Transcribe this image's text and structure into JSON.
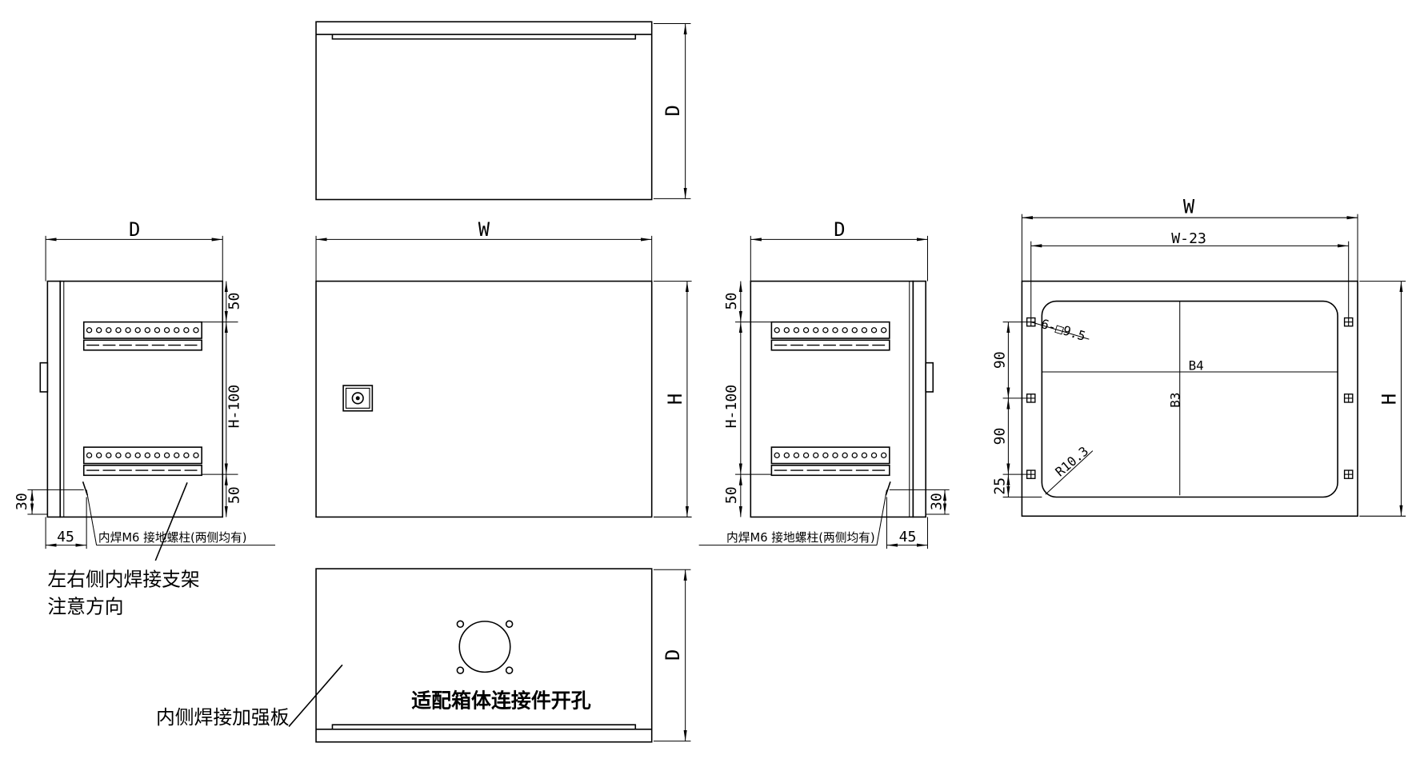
{
  "top_view": {
    "depth_label": "D"
  },
  "front_view": {
    "width_label": "W",
    "height_label": "H"
  },
  "bottom_view": {
    "depth_label": "D",
    "hole_note": "适配箱体连接件开孔",
    "plate_note": "内侧焊接加强板"
  },
  "left_side_view": {
    "depth_label": "D",
    "top_offset": "50",
    "bracket_span": "H-100",
    "bottom_offset": "50",
    "stud_height": "30",
    "stud_offset": "45",
    "stud_note": "内焊M6 接地螺柱(两侧均有)",
    "bracket_note": [
      "左右侧内焊接支架",
      "注意方向"
    ]
  },
  "right_side_view": {
    "depth_label": "D",
    "top_offset": "50",
    "bracket_span": "H-100",
    "bottom_offset": "50",
    "stud_height": "30",
    "stud_offset": "45",
    "stud_note": "内焊M6 接地螺柱(两侧均有)"
  },
  "back_view": {
    "width_label": "W",
    "inner_width_label": "W-23",
    "height_label": "H",
    "hole_callout": "6-□9.5",
    "cutout_width": "B4",
    "cutout_height": "B3",
    "corner_radius": "R10.3",
    "hole_spacing": [
      "90",
      "90"
    ],
    "edge_offset": "25"
  }
}
